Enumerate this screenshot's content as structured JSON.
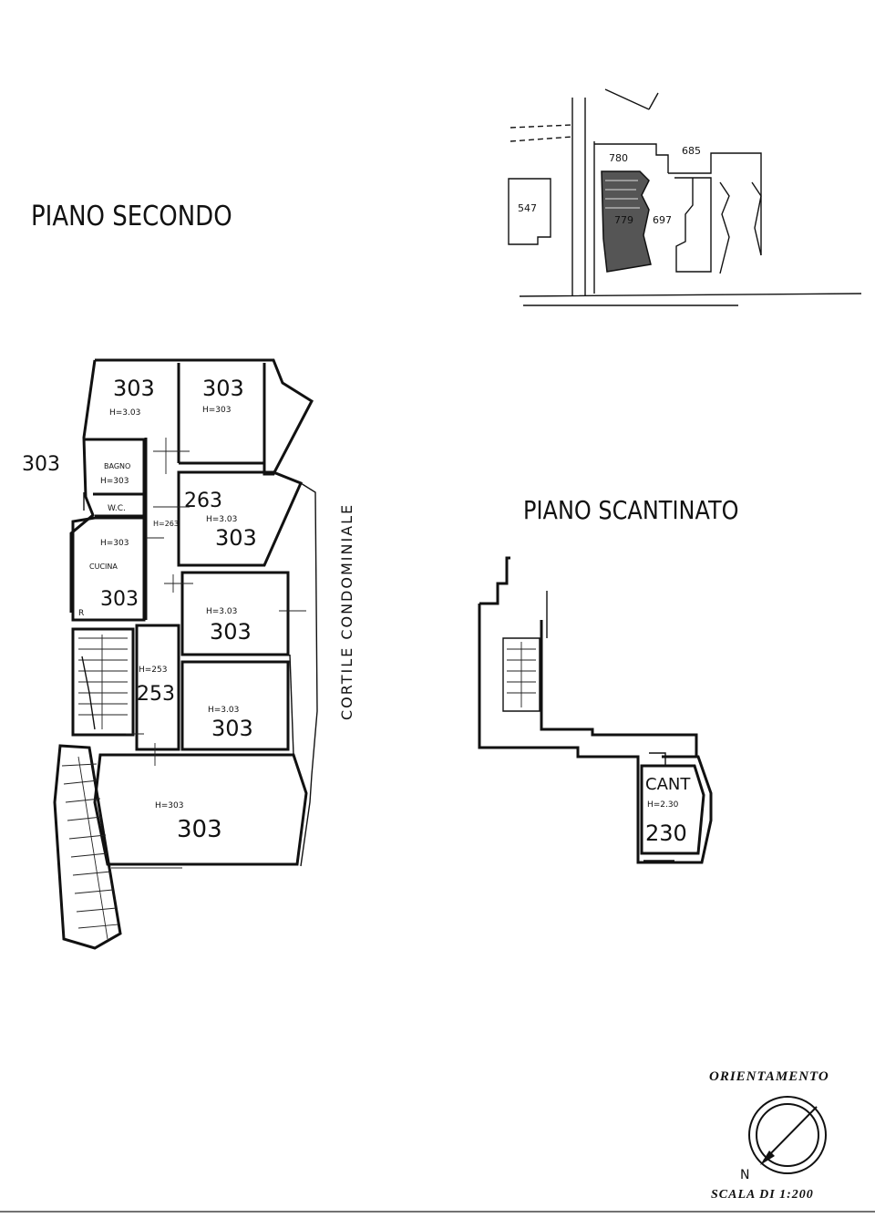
{
  "titles": {
    "floor_second": "PIANO  SECONDO",
    "floor_basement": "PIANO  SCANTINATO"
  },
  "orientation": {
    "label": "ORIENTAMENTO",
    "north": "N",
    "scale": "SCALA DI 1:200"
  },
  "site_plan": {
    "parcels": [
      "547",
      "780",
      "779",
      "697",
      "685"
    ]
  },
  "second_floor": {
    "outside_label": "303",
    "courtyard_label": "CORTILE CONDOMINIALE",
    "rooms": {
      "room_a": {
        "height": "H=3.03",
        "value": "303"
      },
      "room_b": {
        "height": "H=303",
        "value": "303"
      },
      "bagno": {
        "name": "BAGNO",
        "height": "H=303"
      },
      "wc": {
        "name": "W.C."
      },
      "corridor_small": {
        "height": "H=263"
      },
      "room_c": {
        "top": "263",
        "height": "H=3.03",
        "value": "303"
      },
      "cucina": {
        "height": "H=303",
        "name": "CUCINA",
        "value": "303"
      },
      "r": {
        "name": "R"
      },
      "room_d": {
        "height": "H=3.03",
        "value": "303"
      },
      "corridor": {
        "height": "H=253",
        "value": "253"
      },
      "room_e": {
        "height": "H=3.03",
        "value": "303"
      },
      "room_f": {
        "height": "H=303",
        "value": "303"
      }
    }
  },
  "basement": {
    "cellar": {
      "name": "CANT",
      "height": "H=2.30",
      "value": "230"
    }
  }
}
